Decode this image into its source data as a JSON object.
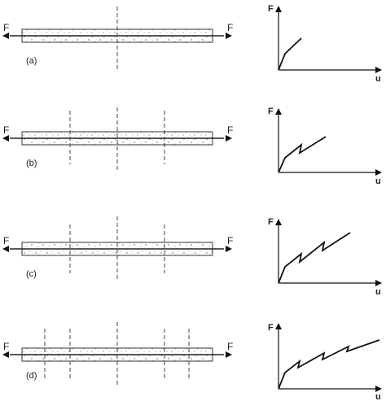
{
  "figure": {
    "force_symbol": "F",
    "axis_x_symbol": "u",
    "axis_y_symbol": "F",
    "cases": [
      {
        "label": "(a)",
        "cracks": 1
      },
      {
        "label": "(b)",
        "cracks": 3
      },
      {
        "label": "(c)",
        "cracks": 3
      },
      {
        "label": "(d)",
        "cracks": 5
      }
    ]
  }
}
